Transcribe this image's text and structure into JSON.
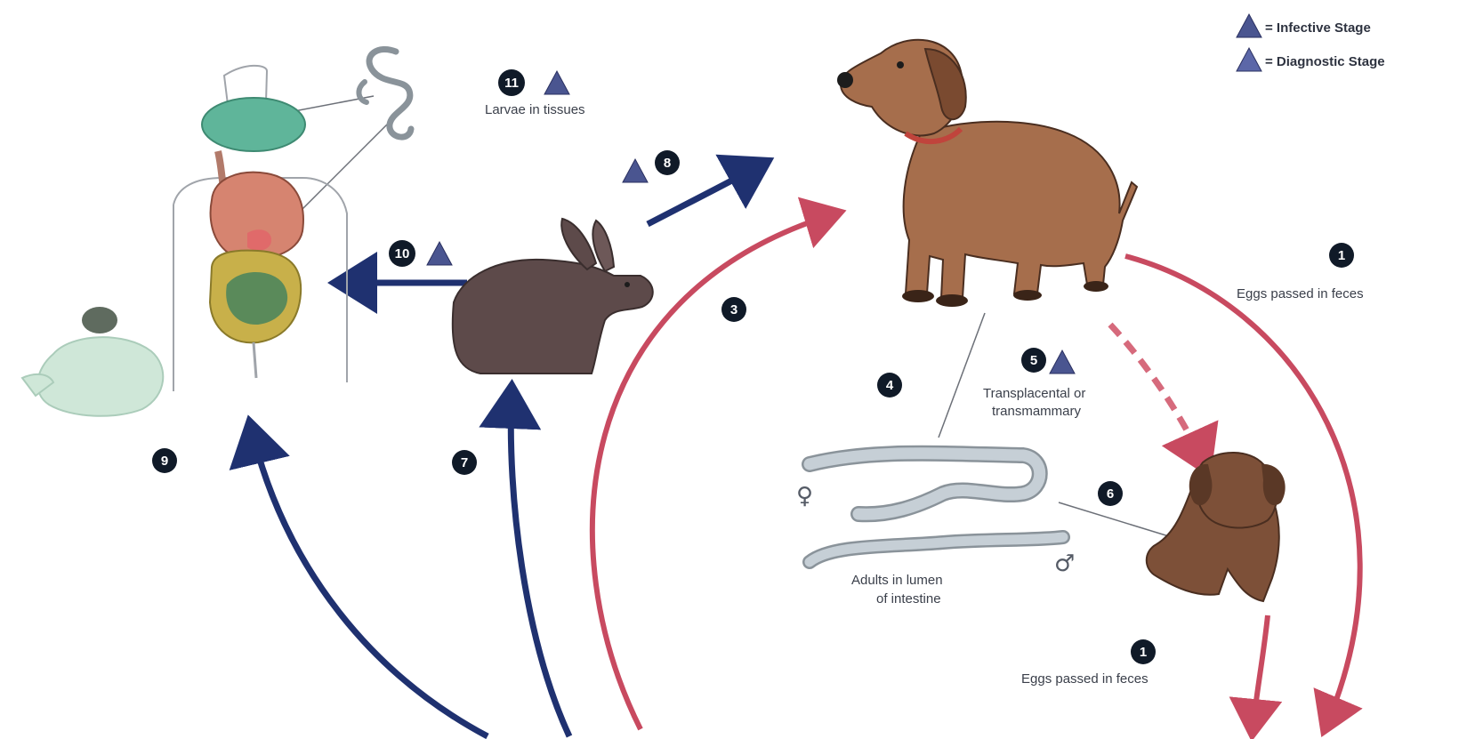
{
  "legend": {
    "infective": "= Infective Stage",
    "diagnostic": "= Diagnostic Stage"
  },
  "labels": {
    "eggs_passed_top": "Eggs passed in feces",
    "eggs_passed_bottom": "Eggs passed in feces",
    "larvae_in_tissues": "Larvae in tissues",
    "transplacental_line1": "Transplacental or",
    "transplacental_line2": "transmammary",
    "adults_line1": "Adults in lumen",
    "adults_line2": "of intestine",
    "female_symbol": "♀",
    "male_symbol": "♂"
  },
  "steps": [
    "1",
    "1",
    "3",
    "4",
    "5",
    "6",
    "7",
    "8",
    "9",
    "10",
    "11"
  ],
  "colors": {
    "blue_arrow": "#1f3170",
    "red_arrow": "#c84a60",
    "badge": "#101a28",
    "triangle": "#4a5590",
    "dog": "#9c6a4a",
    "puppy": "#7a4f3a",
    "rabbit": "#5a4848",
    "worm": "#c6cfd6",
    "liver": "#5fb59a"
  }
}
